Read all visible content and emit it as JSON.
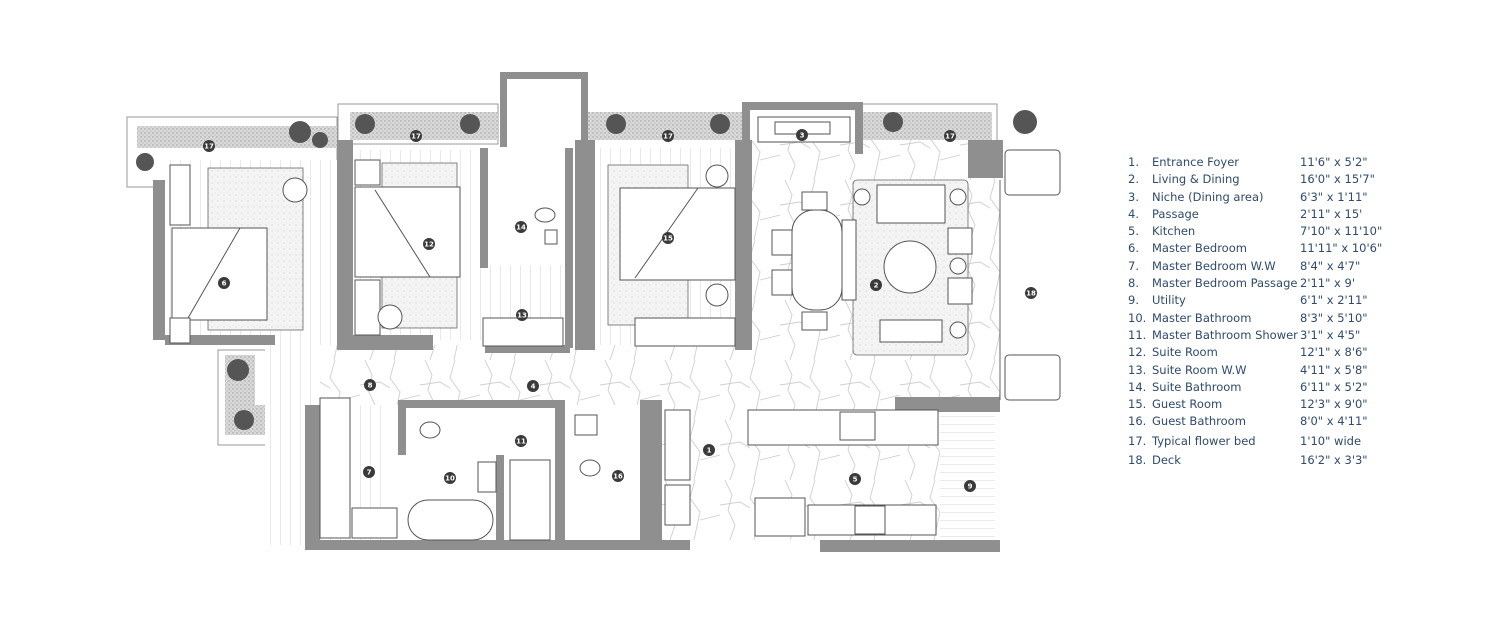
{
  "legend": {
    "items": [
      {
        "num": "1.",
        "name": "Entrance Foyer",
        "dim": "11'6\" x 5'2\""
      },
      {
        "num": "2.",
        "name": "Living & Dining",
        "dim": "16'0\" x 15'7\""
      },
      {
        "num": "3.",
        "name": "Niche (Dining area)",
        "dim": "6'3\" x 1'11\""
      },
      {
        "num": "4.",
        "name": "Passage",
        "dim": "2'11\" x 15'"
      },
      {
        "num": "5.",
        "name": "Kitchen",
        "dim": "7'10\" x 11'10\""
      },
      {
        "num": "6.",
        "name": "Master Bedroom",
        "dim": "11'11\" x 10'6\""
      },
      {
        "num": "7.",
        "name": "Master Bedroom W.W",
        "dim": "8'4\" x 4'7\""
      },
      {
        "num": "8.",
        "name": "Master Bedroom Passage",
        "dim": "2'11\" x 9'"
      },
      {
        "num": "9.",
        "name": "Utility",
        "dim": "6'1\" x 2'11\""
      },
      {
        "num": "10.",
        "name": "Master Bathroom",
        "dim": "8'3\" x 5'10\""
      },
      {
        "num": "11.",
        "name": "Master Bathroom Shower",
        "dim": "3'1\" x 4'5\""
      },
      {
        "num": "12.",
        "name": "Suite Room",
        "dim": "12'1\" x 8'6\""
      },
      {
        "num": "13.",
        "name": "Suite Room W.W",
        "dim": "4'11\" x 5'8\""
      },
      {
        "num": "14.",
        "name": "Suite Bathroom",
        "dim": "6'11\" x 5'2\""
      },
      {
        "num": "15.",
        "name": "Guest Room",
        "dim": "12'3\" x 9'0\""
      },
      {
        "num": "16.",
        "name": "Guest Bathroom",
        "dim": "8'0\" x 4'11\""
      },
      {
        "num": "17.",
        "name": "Typical flower bed",
        "dim": "1'10\" wide"
      },
      {
        "num": "18.",
        "name": "Deck",
        "dim": "16'2\" x 3'3\""
      }
    ]
  },
  "plan": {
    "tags": {
      "t1": "1",
      "t2": "2",
      "t3": "3",
      "t4": "4",
      "t5": "5",
      "t6": "6",
      "t7": "7",
      "t8": "8",
      "t9": "9",
      "t10": "10",
      "t11": "11",
      "t12": "12",
      "t13": "13",
      "t14": "14",
      "t15": "15",
      "t16": "16",
      "t17": "17",
      "t18": "18"
    },
    "colors": {
      "wall": "#8f8f8f",
      "line": "#555555",
      "tag": "#3a3a3a",
      "planter": "#cfcfcf",
      "legend_text": "#2f4a6b"
    }
  }
}
